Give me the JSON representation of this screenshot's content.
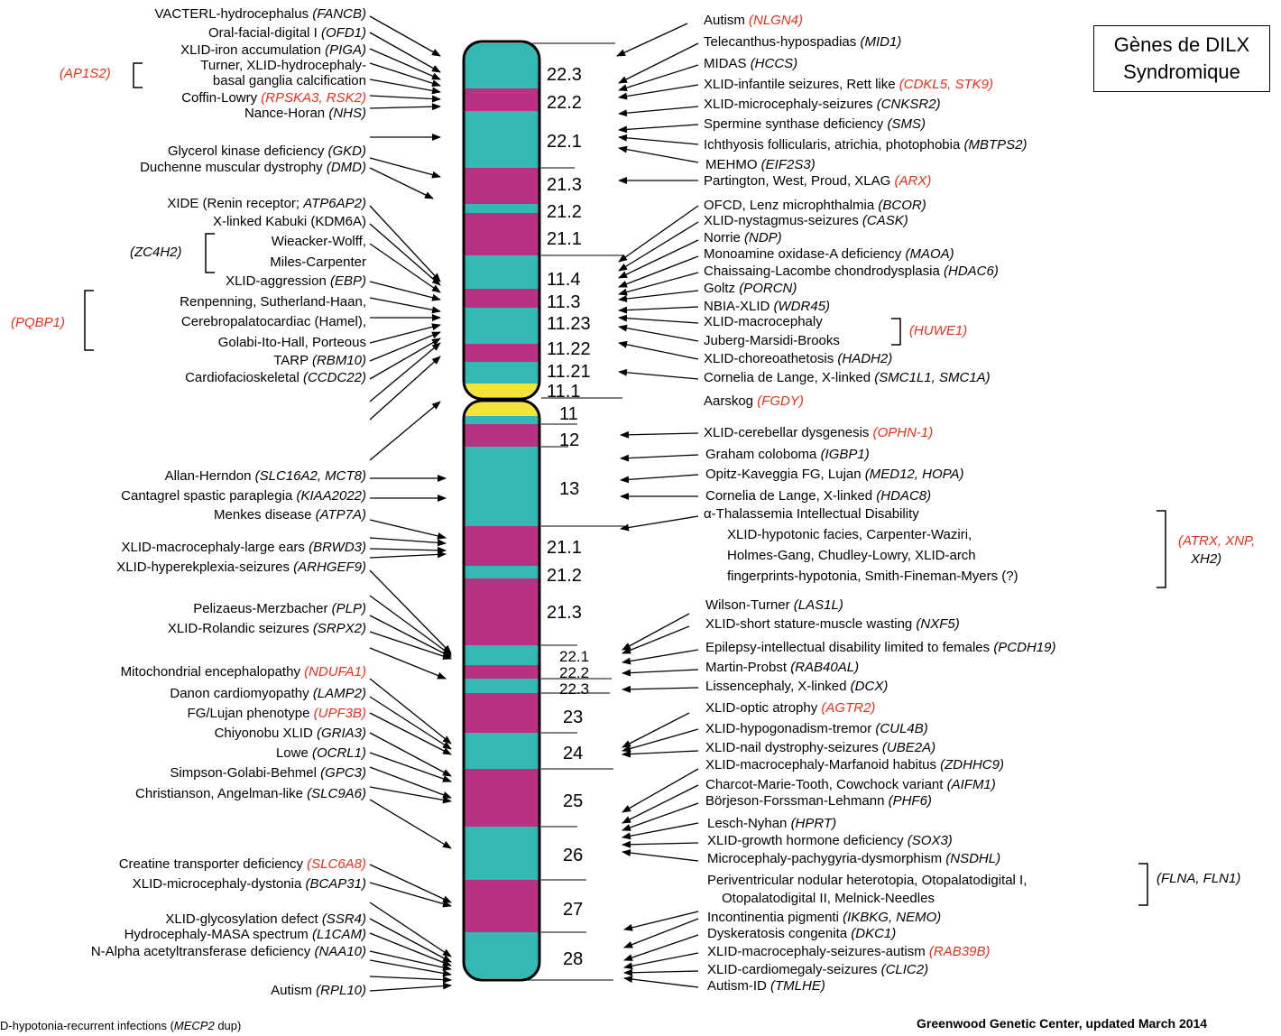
{
  "title": {
    "line1": "Gènes de DILX",
    "line2": "Syndromique"
  },
  "footer": {
    "credit": "Greenwood Genetic Center, updated March 2014",
    "note": "D-hypotonia-recurrent infections (",
    "note_gene": "MECP2",
    "note_end": " dup)"
  },
  "colors": {
    "teal": "#34b8b3",
    "magenta": "#b83284",
    "centromere": "#f5e23b",
    "gene_red": "#e8301d"
  },
  "bands_p": [
    "22.3",
    "22.2",
    "22.1",
    "21.3",
    "21.2",
    "21.1",
    "11.4",
    "11.3",
    "11.23",
    "11.22",
    "11.21",
    "11.1"
  ],
  "bands_q": [
    "11",
    "12",
    "13",
    "21.1",
    "21.2",
    "21.3",
    "22.1",
    "22.2",
    "22.3",
    "23",
    "24",
    "25",
    "26",
    "27",
    "28"
  ],
  "left_labels": [
    {
      "t": "VACTERL-hydrocephalus ",
      "g": "(FANCB)"
    },
    {
      "t": "Oral-facial-digital I ",
      "g": "(OFD1)"
    },
    {
      "t": "XLID-iron accumulation ",
      "g": "(PIGA)"
    },
    {
      "t": "Turner, XLID-hydrocephaly-",
      "g": ""
    },
    {
      "t": "basal ganglia calcification",
      "g": ""
    },
    {
      "t": "Coffin-Lowry ",
      "gr": "(RPSKA3, RSK2)"
    },
    {
      "t": "Nance-Horan ",
      "g": "(NHS)"
    },
    {
      "t": "Glycerol kinase deficiency ",
      "g": "(GKD)"
    },
    {
      "t": "Duchenne muscular dystrophy ",
      "g": "(DMD)"
    },
    {
      "t": "XIDE (Renin receptor; ",
      "g": "ATP6AP2)"
    },
    {
      "t": "X-linked Kabuki (KDM6A)",
      "g": ""
    },
    {
      "t": "Wieacker-Wolff,",
      "g": ""
    },
    {
      "t": "Miles-Carpenter",
      "g": ""
    },
    {
      "t": "XLID-aggression ",
      "g": "(EBP)"
    },
    {
      "t": "Renpenning, Sutherland-Haan,",
      "g": ""
    },
    {
      "t": "Cerebropalatocardiac (Hamel),",
      "g": ""
    },
    {
      "t": "Golabi-Ito-Hall, Porteous",
      "g": ""
    },
    {
      "t": "TARP ",
      "g": "(RBM10)"
    },
    {
      "t": "Cardiofacioskeletal ",
      "g": "(CCDC22)"
    },
    {
      "t": "Allan-Herndon ",
      "g": "(SLC16A2, MCT8)"
    },
    {
      "t": "Cantagrel spastic paraplegia ",
      "g": "(KIAA2022)"
    },
    {
      "t": "Menkes disease ",
      "g": "(ATP7A)"
    },
    {
      "t": "XLID-macrocephaly-large ears ",
      "g": "(BRWD3)"
    },
    {
      "t": "XLID-hyperekplexia-seizures ",
      "g": "(ARHGEF9)"
    },
    {
      "t": "Pelizaeus-Merzbacher ",
      "g": "(PLP)"
    },
    {
      "t": "XLID-Rolandic seizures ",
      "g": "(SRPX2)"
    },
    {
      "t": "Mitochondrial encephalopathy ",
      "gr": "(NDUFA1)"
    },
    {
      "t": "Danon cardiomyopathy ",
      "g": "(LAMP2)"
    },
    {
      "t": "FG/Lujan phenotype ",
      "gr": "(UPF3B)"
    },
    {
      "t": "Chiyonobu XLID ",
      "g": "(GRIA3)"
    },
    {
      "t": "Lowe ",
      "g": "(OCRL1)"
    },
    {
      "t": "Simpson-Golabi-Behmel ",
      "g": "(GPC3)"
    },
    {
      "t": "Christianson, Angelman-like  ",
      "g": "(SLC9A6)"
    },
    {
      "t": "Creatine transporter deficiency ",
      "gr": "(SLC6A8)"
    },
    {
      "t": "XLID-microcephaly-dystonia ",
      "g": "(BCAP31)"
    },
    {
      "t": "XLID-glycosylation defect ",
      "g": "(SSR4)"
    },
    {
      "t": "Hydrocephaly-MASA spectrum ",
      "g": "(L1CAM)"
    },
    {
      "t": "N-Alpha acetyltransferase deficiency ",
      "g": "(NAA10)"
    },
    {
      "t": "Autism ",
      "g": "(RPL10)"
    }
  ],
  "left_side_genes": {
    "ap1s2": "(AP1S2)",
    "zc4h2": "(ZC4H2)",
    "pqbp1": "(PQBP1)"
  },
  "right_labels": [
    {
      "t": "Autism ",
      "gr": "(NLGN4)"
    },
    {
      "t": "Telecanthus-hypospadias ",
      "g": "(MID1)"
    },
    {
      "t": "MIDAS ",
      "g": "(HCCS)"
    },
    {
      "t": "XLID-infantile seizures, Rett like ",
      "gr": "(CDKL5, STK9)"
    },
    {
      "t": "XLID-microcephaly-seizures ",
      "g": "(CNKSR2)"
    },
    {
      "t": "Spermine synthase deficiency ",
      "g": "(SMS)"
    },
    {
      "t": "Ichthyosis follicularis, atrichia, photophobia ",
      "g": "(MBTPS2)"
    },
    {
      "t": "MEHMO ",
      "g": "(EIF2S3)"
    },
    {
      "t": "Partington, West, Proud, XLAG ",
      "gr": "(ARX)"
    },
    {
      "t": "OFCD, Lenz microphthalmia ",
      "g": "(BCOR)"
    },
    {
      "t": "XLID-nystagmus-seizures ",
      "g": "(CASK)"
    },
    {
      "t": "Norrie ",
      "g": "(NDP)"
    },
    {
      "t": "Monoamine oxidase-A deficiency ",
      "g": "(MAOA)"
    },
    {
      "t": "Chaissaing-Lacombe chondrodysplasia ",
      "g": "(HDAC6)"
    },
    {
      "t": "Goltz ",
      "g": "(PORCN)"
    },
    {
      "t": "NBIA-XLID ",
      "g": "(WDR45)"
    },
    {
      "t": "XLID-macrocephaly",
      "g": ""
    },
    {
      "t": "Juberg-Marsidi-Brooks",
      "g": ""
    },
    {
      "t": "XLID-choreoathetosis ",
      "g": "(HADH2)"
    },
    {
      "t": "Cornelia de Lange, X-linked ",
      "g": "(SMC1L1, SMC1A)"
    },
    {
      "t": "Aarskog ",
      "gr": "(FGDY)"
    },
    {
      "t": "XLID-cerebellar dysgenesis ",
      "gr": "(OPHN-1)"
    },
    {
      "t": "Graham coloboma ",
      "g": "(IGBP1)"
    },
    {
      "t": "Opitz-Kaveggia FG, Lujan ",
      "g": "(MED12, HOPA)"
    },
    {
      "t": "Cornelia de Lange, X-linked ",
      "g": "(HDAC8)"
    },
    {
      "t": "α-Thalassemia Intellectual Disability",
      "g": ""
    },
    {
      "t": "XLID-hypotonic facies, Carpenter-Waziri,",
      "g": ""
    },
    {
      "t": "Holmes-Gang, Chudley-Lowry, XLID-arch",
      "g": ""
    },
    {
      "t": "fingerprints-hypotonia, Smith-Fineman-Myers (?)",
      "g": ""
    },
    {
      "t": "Wilson-Turner ",
      "g": "(LAS1L)"
    },
    {
      "t": "XLID-short stature-muscle wasting ",
      "g": "(NXF5)"
    },
    {
      "t": "Epilepsy-intellectual disability limited to females ",
      "g": "(PCDH19)"
    },
    {
      "t": "Martin-Probst ",
      "g": "(RAB40AL)"
    },
    {
      "t": "Lissencephaly, X-linked ",
      "g": "(DCX)"
    },
    {
      "t": "XLID-optic atrophy ",
      "gr": "(AGTR2)"
    },
    {
      "t": "XLID-hypogonadism-tremor ",
      "g": "(CUL4B)"
    },
    {
      "t": "XLID-nail dystrophy-seizures ",
      "g": "(UBE2A)"
    },
    {
      "t": "XLID-macrocephaly-Marfanoid habitus ",
      "g": "(ZDHHC9)"
    },
    {
      "t": "Charcot-Marie-Tooth, Cowchock variant ",
      "g": "(AIFM1)"
    },
    {
      "t": "Börjeson-Forssman-Lehmann ",
      "g": "(PHF6)"
    },
    {
      "t": "Lesch-Nyhan ",
      "g": "(HPRT)"
    },
    {
      "t": "XLID-growth hormone deficiency ",
      "g": "(SOX3)"
    },
    {
      "t": "Microcephaly-pachygyria-dysmorphism ",
      "g": "(NSDHL)"
    },
    {
      "t": "Periventricular nodular heterotopia, Otopalatodigital  I,",
      "g": ""
    },
    {
      "t": "Otopalatodigital II,  Melnick-Needles",
      "g": ""
    },
    {
      "t": "Incontinentia pigmenti ",
      "g": "(IKBKG, NEMO)"
    },
    {
      "t": "Dyskeratosis congenita ",
      "g": "(DKC1)"
    },
    {
      "t": "XLID-macrocephaly-seizures-autism ",
      "gr": "(RAB39B)"
    },
    {
      "t": "XLID-cardiomegaly-seizures ",
      "g": "(CLIC2)"
    },
    {
      "t": "Autism-ID ",
      "g": "(TMLHE)"
    }
  ],
  "right_side_genes": {
    "huwe1": "(HUWE1)",
    "atrx": "(ATRX, XNP,",
    "xh2": "XH2)",
    "flna": "(FLNA, FLN1)"
  }
}
